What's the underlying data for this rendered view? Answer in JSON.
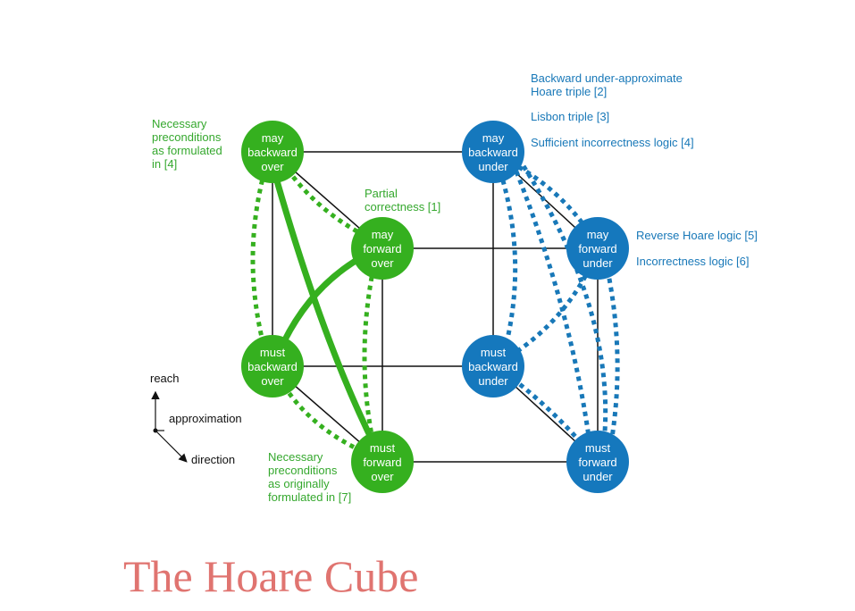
{
  "colors": {
    "green": "#35a82e",
    "green_node": "#35b01f",
    "blue": "#1878b8",
    "blue_node": "#1578bd",
    "edge": "#111111",
    "title": "#e07470"
  },
  "nodes": {
    "may_backward_over": {
      "l1": "may",
      "l2": "backward",
      "l3": "over"
    },
    "may_forward_over": {
      "l1": "may",
      "l2": "forward",
      "l3": "over"
    },
    "must_backward_over": {
      "l1": "must",
      "l2": "backward",
      "l3": "over"
    },
    "must_forward_over": {
      "l1": "must",
      "l2": "forward",
      "l3": "over"
    },
    "may_backward_under": {
      "l1": "may",
      "l2": "backward",
      "l3": "under"
    },
    "may_forward_under": {
      "l1": "may",
      "l2": "forward",
      "l3": "under"
    },
    "must_backward_under": {
      "l1": "must",
      "l2": "backward",
      "l3": "under"
    },
    "must_forward_under": {
      "l1": "must",
      "l2": "forward",
      "l3": "under"
    }
  },
  "annotations": {
    "necessary_preconditions_4": [
      "Necessary",
      "preconditions",
      "as formulated",
      "in [4]"
    ],
    "partial_correctness": [
      "Partial",
      "correctness [1]"
    ],
    "necessary_preconditions_7": [
      "Necessary",
      "preconditions",
      "as originally",
      "formulated in [7]"
    ],
    "backward_under_approx": [
      "Backward under-approximate",
      "Hoare triple [2]"
    ],
    "lisbon_triple": "Lisbon triple [3]",
    "sufficient_incorrectness": "Sufficient incorrectness logic [4]",
    "reverse_hoare": "Reverse Hoare logic [5]",
    "incorrectness_logic": "Incorrectness logic [6]"
  },
  "axes": {
    "reach": "reach",
    "approximation": "approximation",
    "direction": "direction"
  },
  "title": "The Hoare Cube"
}
